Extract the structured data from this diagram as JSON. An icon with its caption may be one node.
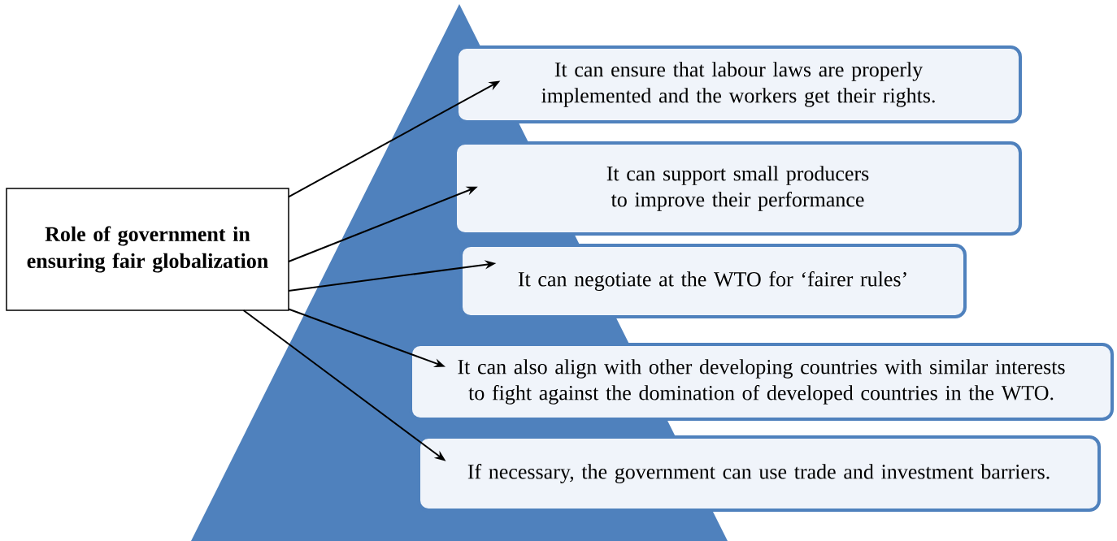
{
  "diagram": {
    "nodes": [
      {
        "text": [
          "Role of government in ensuring fair globalization"
        ]
      },
      {
        "text": [
          "It can ensure that labour laws are properly implemented and the workers get their rights."
        ]
      },
      {
        "text": [
          "It can support small producers to improve their performance"
        ]
      },
      {
        "text": [
          "It can negotiate at the WTO for ‘fairer rules’"
        ]
      },
      {
        "text": [
          "It can also align with other developing countries with similar interests to fight against the domination of developed countries in the WTO."
        ]
      },
      {
        "text": [
          "If necessary, the government can use trade and investment barriers."
        ]
      }
    ],
    "edges": [
      {
        "from": 0,
        "to": 1,
        "arrow": "to"
      },
      {
        "from": 0,
        "to": 2,
        "arrow": "to"
      },
      {
        "from": 0,
        "to": 3,
        "arrow": "to"
      },
      {
        "from": 0,
        "to": 4,
        "arrow": "to"
      },
      {
        "from": 0,
        "to": 5,
        "arrow": "to"
      }
    ]
  }
}
